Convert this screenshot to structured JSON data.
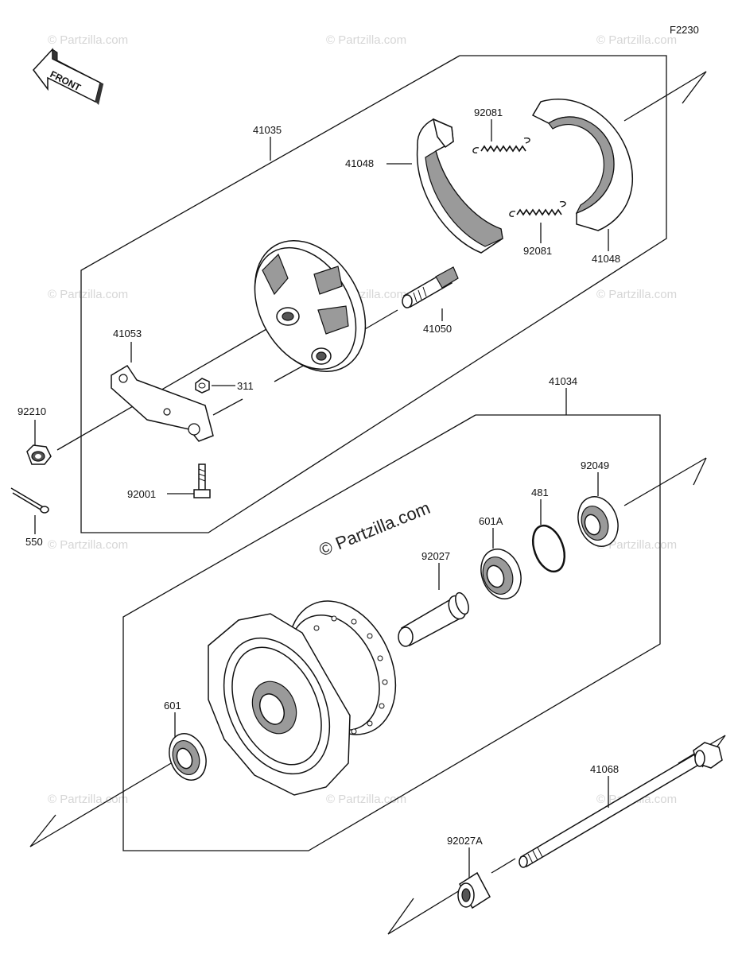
{
  "diagram_code": "F2230",
  "front_label": "FRONT",
  "copyright_text": "© Partzilla.com",
  "watermark_text": "© Partzilla.com",
  "parts": {
    "p41035": "41035",
    "p41048_left": "41048",
    "p41048_right": "41048",
    "p92081_top": "92081",
    "p92081_bottom": "92081",
    "p41050": "41050",
    "p41053": "41053",
    "p311": "311",
    "p92210": "92210",
    "p92001": "92001",
    "p550": "550",
    "p41034": "41034",
    "p92049": "92049",
    "p481": "481",
    "p601A": "601A",
    "p92027": "92027",
    "p601": "601",
    "p41068": "41068",
    "p92027A": "92027A"
  }
}
